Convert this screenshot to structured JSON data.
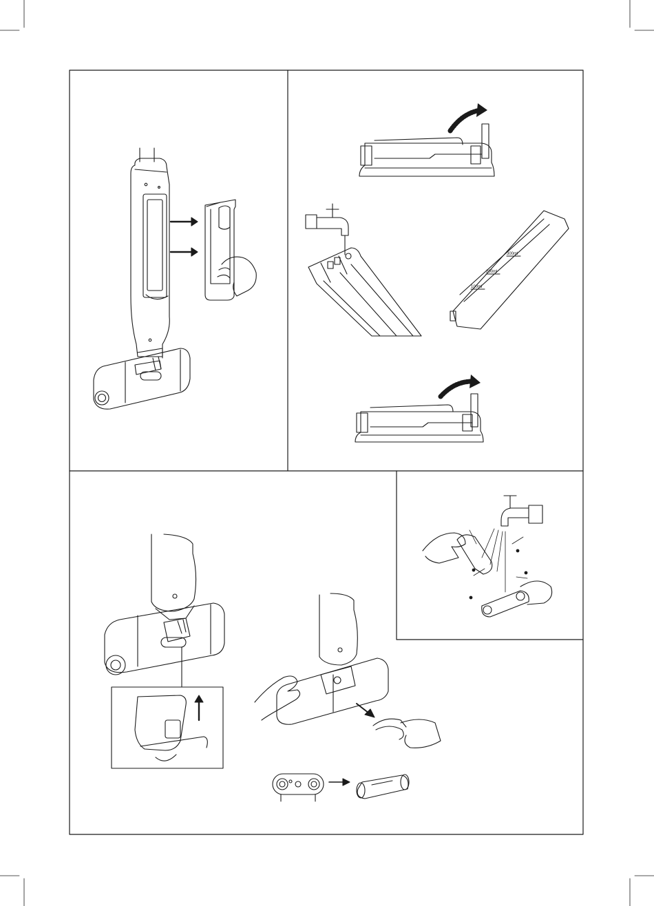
{
  "tank_markings": {
    "mark_300": "300ml",
    "mark_200": "200ml",
    "mark_100": "100ml"
  }
}
